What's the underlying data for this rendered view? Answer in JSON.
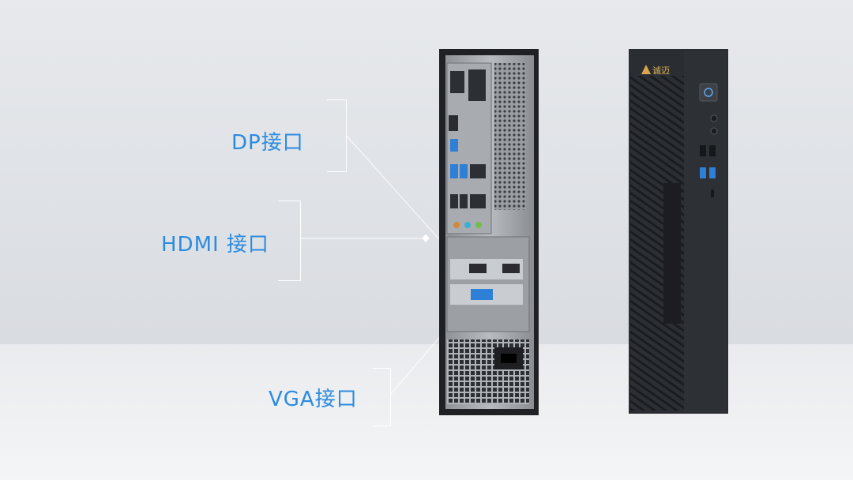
{
  "labels": {
    "dp": "DP接口",
    "hdmi": "HDMI 接口",
    "vga": "VGA接口"
  },
  "brand": {
    "logo_text": "诚迈"
  },
  "colors": {
    "label_blue": "#2b8be0",
    "case_dark": "#2a2d31",
    "usb_blue": "#2e7fd6",
    "io_plate": "#a8abaf",
    "logo_gold": "#d9a74a"
  }
}
